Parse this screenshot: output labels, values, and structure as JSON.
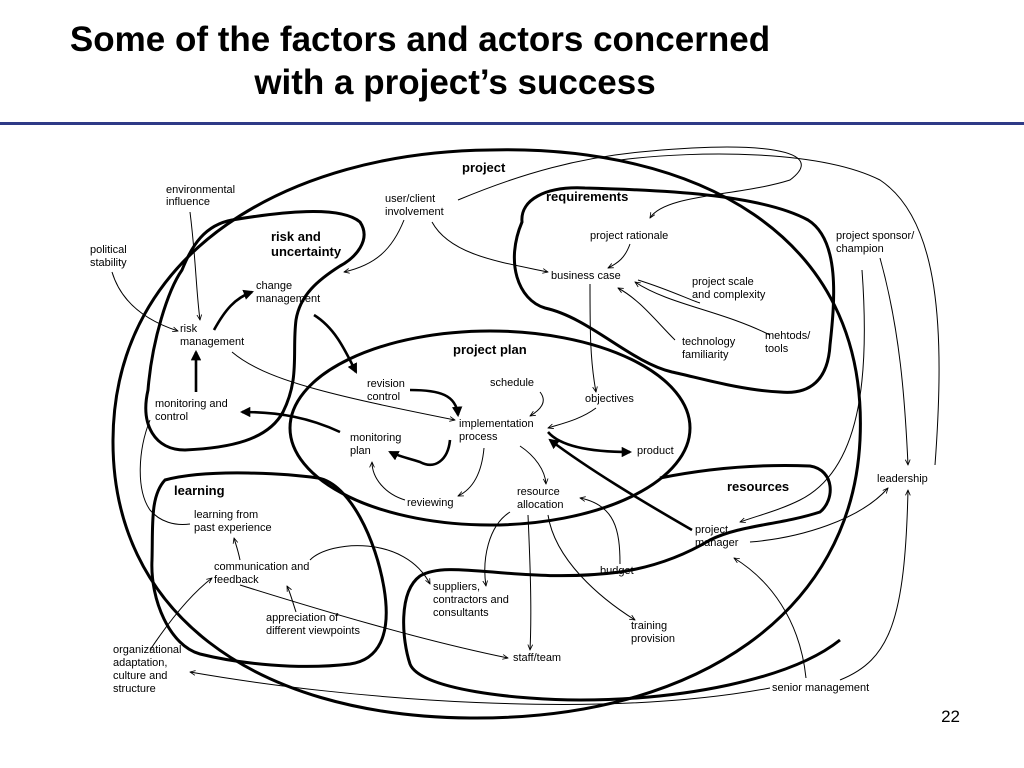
{
  "slide": {
    "title_line1": "Some of the factors and actors concerned",
    "title_line2": "with a project’s success",
    "page_number": "22",
    "accent_color": "#2e3a87"
  },
  "regions": {
    "project": "project",
    "requirements": "requirements",
    "risk_line1": "risk and",
    "risk_line2": "uncertainty",
    "project_plan": "project plan",
    "learning": "learning",
    "resources": "resources"
  },
  "nodes": {
    "environmental_1": "environmental",
    "environmental_2": "influence",
    "political_1": "political",
    "political_2": "stability",
    "user_client_1": "user/client",
    "user_client_2": "involvement",
    "change_mgmt_1": "change",
    "change_mgmt_2": "management",
    "risk_mgmt_1": "risk",
    "risk_mgmt_2": "management",
    "monitoring_control_1": "monitoring and",
    "monitoring_control_2": "control",
    "project_rationale": "project rationale",
    "business_case": "business case",
    "project_scale_1": "project scale",
    "project_scale_2": "and complexity",
    "technology_1": "technology",
    "technology_2": "familiarity",
    "methods_1": "mehtods/",
    "methods_2": "tools",
    "sponsor_1": "project sponsor/",
    "sponsor_2": "champion",
    "revision_1": "revision",
    "revision_2": "control",
    "schedule": "schedule",
    "objectives": "objectives",
    "implementation_1": "implementation",
    "implementation_2": "process",
    "monitoring_plan_1": "monitoring",
    "monitoring_plan_2": "plan",
    "product": "product",
    "reviewing": "reviewing",
    "resource_alloc_1": "resource",
    "resource_alloc_2": "allocation",
    "leadership": "leadership",
    "learning_past_1": "learning from",
    "learning_past_2": "past experience",
    "communication_1": "communication and",
    "communication_2": "feedback",
    "appreciation_1": "appreciation of",
    "appreciation_2": "different viewpoints",
    "project_manager_1": "project",
    "project_manager_2": "manager",
    "budget": "budget",
    "suppliers_1": "suppliers,",
    "suppliers_2": "contractors and",
    "suppliers_3": "consultants",
    "training_1": "training",
    "training_2": "provision",
    "staff_team": "staff/team",
    "organizational_1": "organizational",
    "organizational_2": "adaptation,",
    "organizational_3": "culture and",
    "organizational_4": "structure",
    "senior_management": "senior management"
  }
}
